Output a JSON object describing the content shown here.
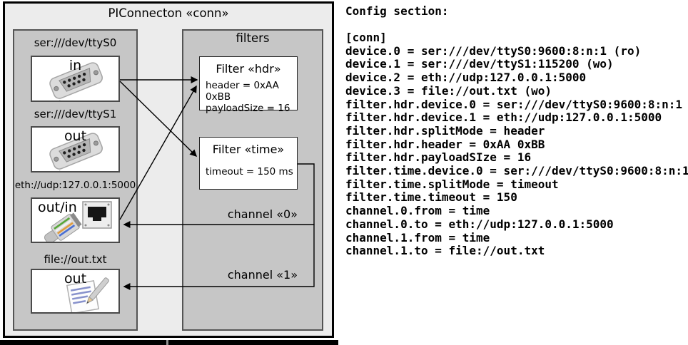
{
  "diagram": {
    "title": "PIConnecton «conn»",
    "devices_panel": {
      "devices": [
        {
          "label": "ser:///dev/ttyS0",
          "port": "in",
          "icon": "serial-connector-icon"
        },
        {
          "label": "ser:///dev/ttyS1",
          "port": "out",
          "icon": "serial-connector-icon"
        },
        {
          "label": "eth://udp:127.0.0.1:5000",
          "port": "out/in",
          "icon": "ethernet-icon"
        },
        {
          "label": "file://out.txt",
          "port": "out",
          "icon": "file-note-icon"
        }
      ]
    },
    "filters_panel": {
      "title": "filters",
      "filters": [
        {
          "title": "Filter «hdr»",
          "attributes": [
            "header = 0xAA 0xBB",
            "payloadSize = 16"
          ]
        },
        {
          "title": "Filter «time»",
          "attributes": [
            "timeout = 150 ms"
          ]
        }
      ]
    },
    "channels": [
      {
        "label": "channel «0»"
      },
      {
        "label": "channel «1»"
      }
    ],
    "colors": {
      "canvas": "#ececec",
      "panel": "#c6c6c6",
      "line": "#000000",
      "box_background": "#ffffff"
    }
  },
  "config": {
    "heading": "Config section:",
    "lines": [
      "[conn]",
      "device.0 = ser:///dev/ttyS0:9600:8:n:1 (ro)",
      "device.1 = ser:///dev/ttyS1:115200 (wo)",
      "device.2 = eth://udp:127.0.0.1:5000",
      "device.3 = file://out.txt (wo)",
      "filter.hdr.device.0 = ser:///dev/ttyS0:9600:8:n:1",
      "filter.hdr.device.1 = eth://udp:127.0.0.1:5000",
      "filter.hdr.splitMode = header",
      "filter.hdr.header = 0xAA 0xBB",
      "filter.hdr.payloadSIze = 16",
      "filter.time.device.0 = ser:///dev/ttyS0:9600:8:n:1",
      "filter.time.splitMode = timeout",
      "filter.time.timeout = 150",
      "channel.0.from = time",
      "channel.0.to = eth://udp:127.0.0.1:5000",
      "channel.1.from = time",
      "channel.1.to = file://out.txt"
    ]
  }
}
